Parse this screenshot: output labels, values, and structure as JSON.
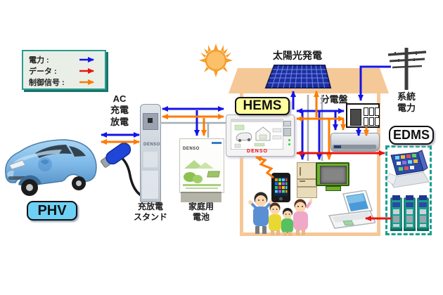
{
  "colors": {
    "power": "#1414e8",
    "data": "#e81414",
    "control": "#ff7a00",
    "house": "#f5c897",
    "teal": "#17a08e",
    "hems": "#ffff9e",
    "phv": "#6ed0f4"
  },
  "legend": {
    "items": [
      {
        "label": "電力 :",
        "type": "power"
      },
      {
        "label": "データ :",
        "type": "data"
      },
      {
        "label": "制御信号 :",
        "type": "control"
      }
    ]
  },
  "labels": {
    "phv": "PHV",
    "hems": "HEMS",
    "edms": "EDMS",
    "ac1": "AC",
    "ac2": "充電",
    "ac3": "放電",
    "stand1": "充放電",
    "stand2": "スタンド",
    "battery1": "家庭用",
    "battery2": "電池",
    "solar": "太陽光発電",
    "panelboard": "分電盤",
    "grid1": "系統",
    "grid2": "電力"
  },
  "brands": {
    "stand": "DENSO",
    "battery": "DENSO",
    "hems": "DENSO"
  },
  "icons": {
    "sun": "sun-icon",
    "utility_pole": "utility-pole-icon",
    "solar_panel": "solar-panel-icon",
    "car": "phv-car-icon",
    "plug": "charging-plug-icon",
    "smartphone": "smartphone-icon",
    "family": "family-icon",
    "laptop": "laptop-icon",
    "tv": "tv-icon",
    "fridge": "refrigerator-icon",
    "aircon": "air-conditioner-icon",
    "server_racks": "server-racks-icon",
    "console": "control-console-icon"
  }
}
